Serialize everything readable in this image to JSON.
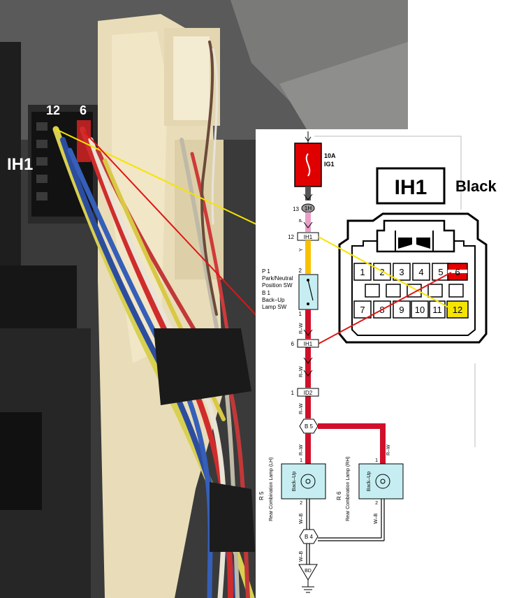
{
  "photo": {
    "connector_label": "IH1",
    "pin_labels": [
      "12",
      "6"
    ]
  },
  "connector": {
    "name": "IH1",
    "color_name": "Black",
    "pins_top": [
      "1",
      "2",
      "3",
      "4",
      "5",
      "6"
    ],
    "pins_bottom": [
      "7",
      "8",
      "9",
      "10",
      "11",
      "12"
    ]
  },
  "schematic": {
    "fuse_rating": "10A",
    "fuse_name": "IG1",
    "junction_1H_pin": "13",
    "junction_1H": "1H",
    "wire_p": "P",
    "ih1_top_pin": "12",
    "ih1_top": "IH1",
    "wire_y": "Y",
    "switch_pin_top": "2",
    "switch_pin_bottom": "1",
    "switch_lines": [
      "P 1",
      "Park/Neutral",
      "Position SW",
      "B 1",
      "Back–Up",
      "Lamp SW"
    ],
    "wire_rw": "R–W",
    "ih1_bottom_pin": "6",
    "ih1_bottom": "IH1",
    "id2_pin": "1",
    "id2": "ID2",
    "junction_b5": "B 5",
    "lamp_pin": "1",
    "lamp_ground_pin": "2",
    "backup_label": "Back–Up",
    "lamp_lh_code": "R 5",
    "lamp_lh_name": "Rear Combination Lamp (LH)",
    "lamp_rh_code": "R 6",
    "lamp_rh_name": "Rear Combination Lamp (RH)",
    "wire_wb": "W–B",
    "junction_b4": "B 4",
    "ground": "BD"
  },
  "colors": {
    "wire_yellow": "#f5e400",
    "wire_red": "#e01515",
    "fuse_red": "#e00000",
    "schematic_yellow": "#f8c000",
    "schematic_red": "#d0102a",
    "component_fill": "#c6eef2",
    "pin12_highlight": "#f5e400",
    "pin6_highlight": "#e60000"
  }
}
